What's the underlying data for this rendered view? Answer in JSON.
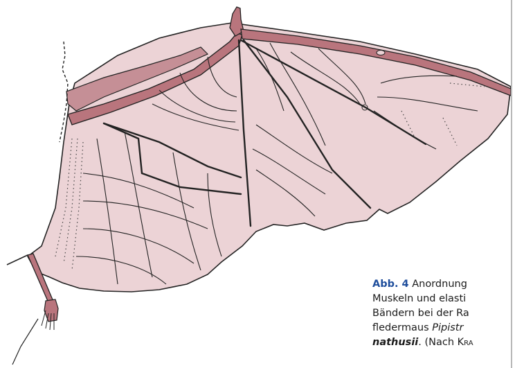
{
  "figure": {
    "label": "Abb. 4",
    "caption_parts": {
      "line1": "Anordnung",
      "line2": "Muskeln und elasti",
      "line3": "Bändern bei der Ra",
      "line4_prefix": "fledermaus ",
      "line4_italic": "Pipistr",
      "line5_italic": "nathusii",
      "line5_suffix": ". (Nach ",
      "line5_author": "Kra"
    }
  },
  "colors": {
    "membrane": "#ecd3d6",
    "bone": "#b9757d",
    "outline": "#222222",
    "label": "#1f4e9c"
  }
}
